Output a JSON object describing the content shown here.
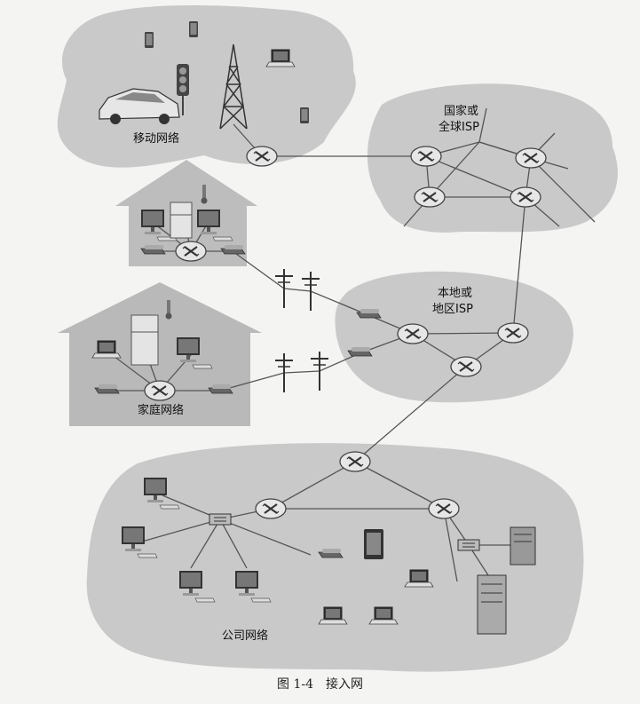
{
  "labels": {
    "mobile": "移动网络",
    "national_1": "国家或",
    "national_2": "全球ISP",
    "local_1": "本地或",
    "local_2": "地区ISP",
    "home": "家庭网络",
    "company": "公司网络"
  },
  "caption": "图 1-4　接入网",
  "colors": {
    "cloud": "#c9c9c9",
    "house": "#b9b9b9",
    "router": "#e6e6e6",
    "line": "#555555",
    "background": "#f4f4f2"
  },
  "icons": {
    "router": "router-icon",
    "tower": "cell-tower-icon",
    "car": "car-icon",
    "phone": "phone-icon",
    "laptop": "laptop-icon",
    "desktop": "desktop-icon",
    "server": "server-icon",
    "switch": "switch-icon",
    "modem": "modem-icon",
    "fridge": "fridge-icon",
    "thermometer": "thermometer-icon",
    "traffic_light": "traffic-light-icon",
    "utility_pole": "utility-pole-icon"
  }
}
